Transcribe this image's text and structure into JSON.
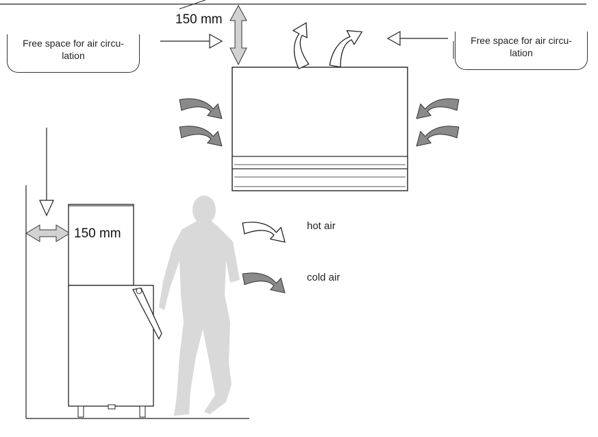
{
  "labels": {
    "clearance_top": "150 mm",
    "clearance_side": "150 mm",
    "free_space_left": "Free space for air circu-\nlation",
    "free_space_right": "Free space for air circu-\nlation"
  },
  "legend": {
    "hot_air": "hot air",
    "cold_air": "cold air"
  },
  "colors": {
    "line": "#222222",
    "hot_arrow_fill": "#ffffff",
    "cold_arrow_fill": "#8a8a8a",
    "double_arrow_fill": "#d2d2d2",
    "silhouette": "#d9d9d9"
  }
}
